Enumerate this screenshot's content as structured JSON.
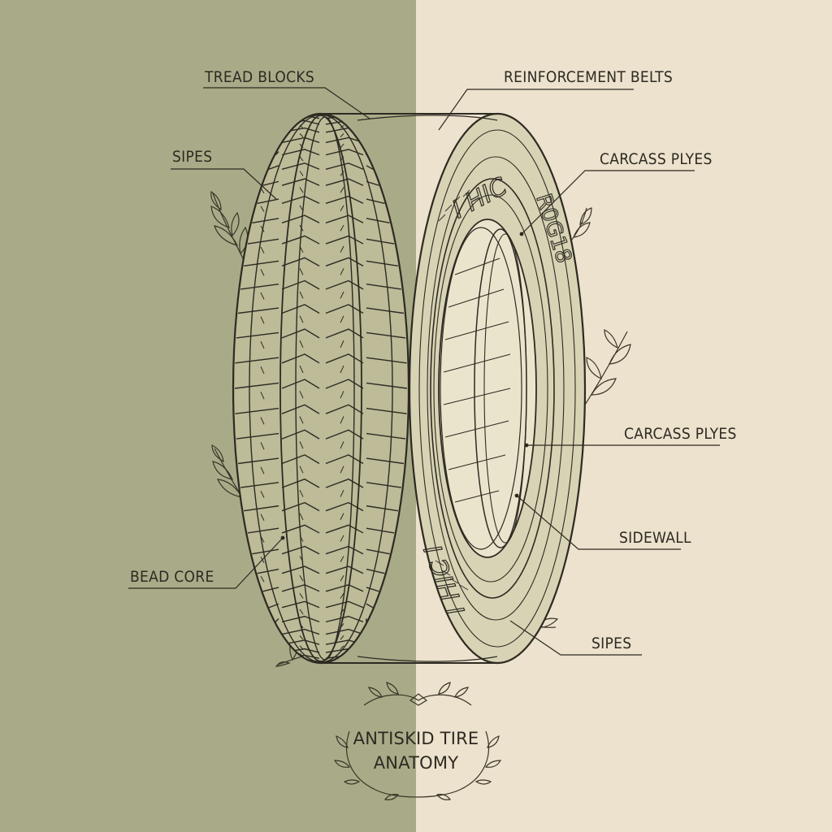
{
  "colors": {
    "left_panel": "#a9ab88",
    "right_panel": "#ece2cd",
    "ink": "#2d2a22",
    "tire_fill": "#bdbb98"
  },
  "labels": {
    "tread_blocks": "TREAD BLOCKS",
    "reinforcement_belts": "REINFORCEMENT BELTS",
    "sipes_top": "SIPES",
    "carcass_plyes_top": "CARCASS PLYES",
    "carcass_plyes_mid": "CARCASS PLYES",
    "sidewall": "SIDEWALL",
    "bead_core": "BEAD CORE",
    "sipes_bottom": "SIPES"
  },
  "sidewall_text": {
    "upper": "I HIC",
    "right": "R0G18",
    "lower": "I HIC I"
  },
  "title": {
    "line1": "ANTISKID TIRE",
    "line2": "ANATOMY"
  },
  "decorations": [
    "leaf-sprig-icon",
    "laurel-wreath-icon"
  ]
}
